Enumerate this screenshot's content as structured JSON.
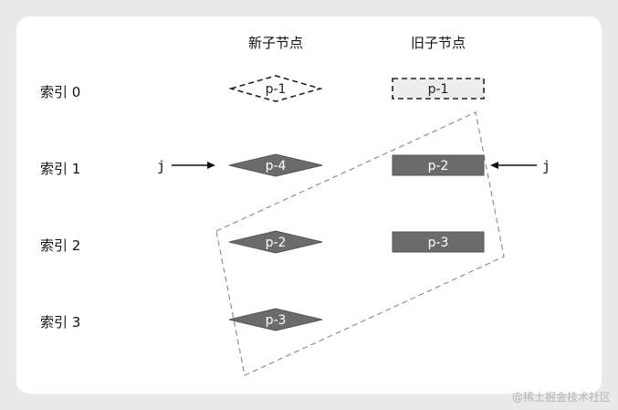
{
  "headers": {
    "new_children": "新子节点",
    "old_children": "旧子节点"
  },
  "rows": [
    {
      "label": "索引 0",
      "new_node": "p-1",
      "old_node": "p-1"
    },
    {
      "label": "索引 1",
      "new_node": "p-4",
      "old_node": "p-2"
    },
    {
      "label": "索引 2",
      "new_node": "p-2",
      "old_node": "p-3"
    },
    {
      "label": "索引 3",
      "new_node": "p-3",
      "old_node": ""
    }
  ],
  "pointers": {
    "new_j": "j",
    "old_j": "j"
  },
  "watermark": "@稀土掘金技术社区",
  "colors": {
    "node_fill": "#6b6b6b",
    "ghost_fill": "#ececec",
    "line": "#111111",
    "dashed_region": "#8f8f8f"
  }
}
